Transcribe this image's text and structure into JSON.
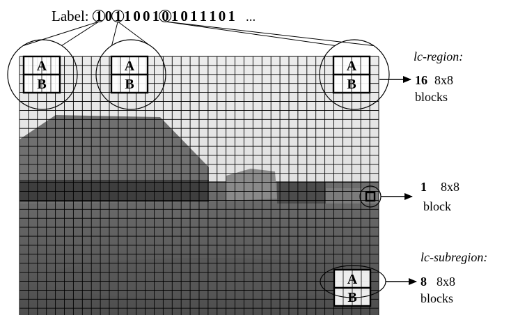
{
  "label": {
    "prefix": "Label:",
    "bits": [
      "1",
      "0",
      "1",
      "1",
      "0",
      "0",
      "1",
      "0",
      "1",
      "0",
      "1",
      "1",
      "1",
      "0",
      "1"
    ],
    "circled_bit_indices": [
      0,
      2,
      7
    ],
    "ellipsis": "..."
  },
  "block_letters": {
    "top": "A",
    "bottom": "B"
  },
  "annotations": {
    "lc_region": {
      "title": "lc-region:",
      "count": "16",
      "unit": "8x8",
      "noun": "blocks"
    },
    "single_block": {
      "count": "1",
      "unit": "8x8",
      "noun": "block"
    },
    "lc_subregion": {
      "title": "lc-subregion:",
      "count": "8",
      "unit": "8x8",
      "noun": "blocks"
    }
  },
  "colors": {
    "grid_line": "#000000",
    "sky": "#e6e6e6",
    "ground": "#5f5f5f"
  }
}
